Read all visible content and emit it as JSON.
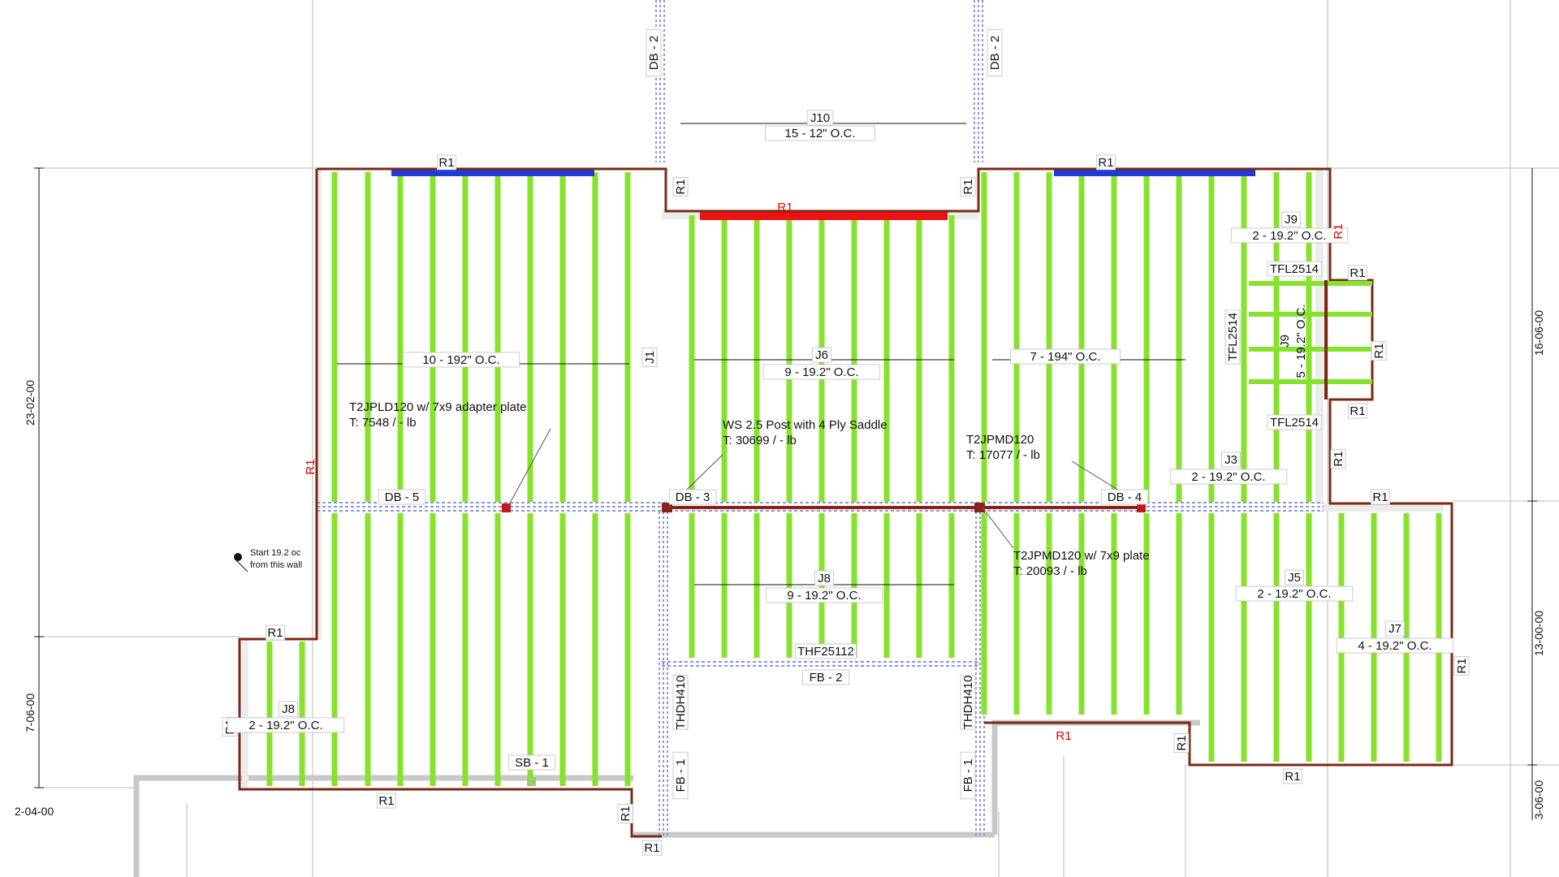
{
  "colors": {
    "wall": "#7a2a14",
    "joist": "#86e22c",
    "rim_blue": "#1d3bd6",
    "rim_red": "#ee1111",
    "beam_dash": "#8a96d8",
    "grid": "#b9b9b9",
    "slab": "#e7e7e7"
  },
  "labels": {
    "r1": "R1",
    "j10": "J10",
    "j10_spec": "15  -  12\" O.C.",
    "db2": "DB - 2",
    "db3": "DB - 3",
    "db4": "DB - 4",
    "db5": "DB - 5",
    "j1": "J1",
    "j1_spec": "10  -  192\" O.C.",
    "j6": "J6",
    "j6_spec": "9  -  19.2\" O.C.",
    "j4_spec": "7  -  194\" O.C.",
    "j9": "J9",
    "j9_spec": "2  -  19.2\" O.C.",
    "j9v": "J9",
    "j9v_spec": "5  -  19.2\" O.C.",
    "tfl": "TFL2514",
    "j3": "J3",
    "j3_spec": "2  -  19.2\" O.C.",
    "j8": "J8",
    "j8_spec": "9  -  19.2\" O.C.",
    "j8b": "J8",
    "j8b_spec": "2  -  19.2\" O.C.",
    "j5": "J5",
    "j5_spec": "2  -  19.2\" O.C.",
    "j7": "J7",
    "j7_spec": "4  -  19.2\" O.C.",
    "thf": "THF25112",
    "fb1": "FB - 1",
    "fb2": "FB - 2",
    "thdh": "THDH410",
    "sb1": "SB - 1"
  },
  "notes": {
    "n1_line1": "T2JPLD120 w/ 7x9 adapter plate",
    "n1_line2": "T: 7548 / - lb",
    "n2_line1": "WS 2.5 Post with 4 Ply Saddle",
    "n2_line2": "T: 30699 / - lb",
    "n3_line1": "T2JPMD120",
    "n3_line2": "T: 17077 / - lb",
    "n4_line1": "T2JPMD120 w/ 7x9 plate",
    "n4_line2": "T: 20093 / - lb",
    "start_line1": "Start 19.2 oc",
    "start_line2": "from this wall"
  },
  "dimensions": {
    "left_upper": "23-02-00",
    "left_lower": "7-06-00",
    "left_bottom": "2-04-00",
    "right_upper": "16-06-00",
    "right_middle": "13-00-00",
    "right_bottom": "3-06-00"
  }
}
